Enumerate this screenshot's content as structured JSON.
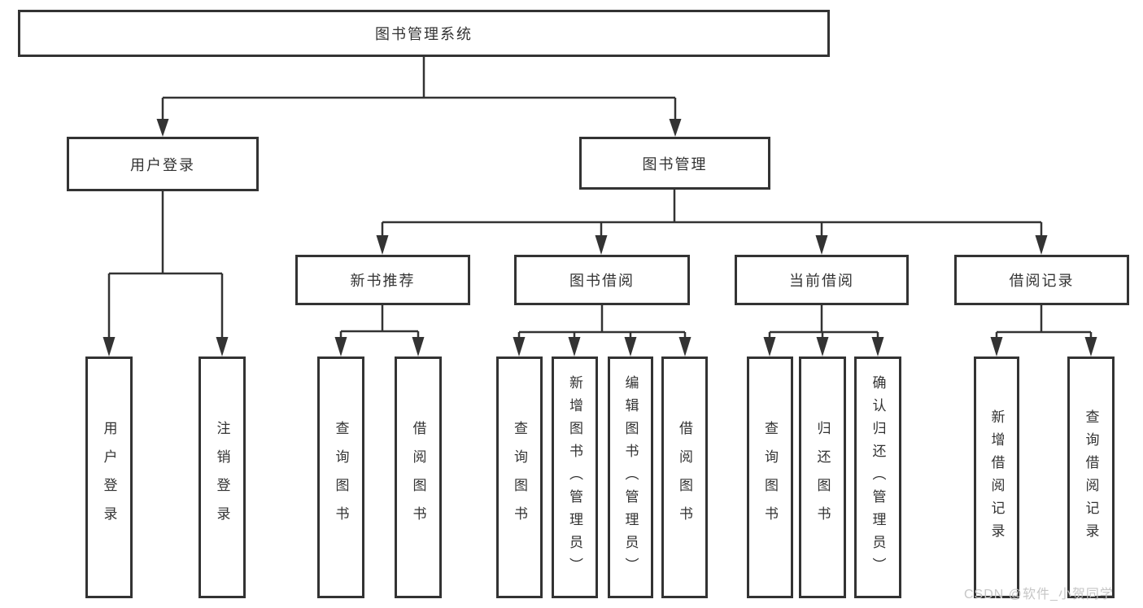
{
  "diagram": {
    "title": "图书管理系统",
    "branches": [
      {
        "label": "用户登录",
        "leaves": [
          {
            "label": "用户登录"
          },
          {
            "label": "注销登录"
          }
        ]
      },
      {
        "label": "图书管理",
        "children": [
          {
            "label": "新书推荐",
            "leaves": [
              {
                "label": "查询图书"
              },
              {
                "label": "借阅图书"
              }
            ]
          },
          {
            "label": "图书借阅",
            "leaves": [
              {
                "label": "查询图书"
              },
              {
                "label": "新增图书（管理员）"
              },
              {
                "label": "编辑图书（管理员）"
              },
              {
                "label": "借阅图书"
              }
            ]
          },
          {
            "label": "当前借阅",
            "leaves": [
              {
                "label": "查询图书"
              },
              {
                "label": "归还图书"
              },
              {
                "label": "确认归还（管理员）"
              }
            ]
          },
          {
            "label": "借阅记录",
            "leaves": [
              {
                "label": "新增借阅记录"
              },
              {
                "label": "查询借阅记录"
              }
            ]
          }
        ]
      }
    ]
  },
  "watermark": {
    "text": "CSDN @软件_小贺同学"
  },
  "colors": {
    "line": "#333333",
    "text": "#333333",
    "watermark": "#c6c6c6",
    "background": "#ffffff"
  }
}
